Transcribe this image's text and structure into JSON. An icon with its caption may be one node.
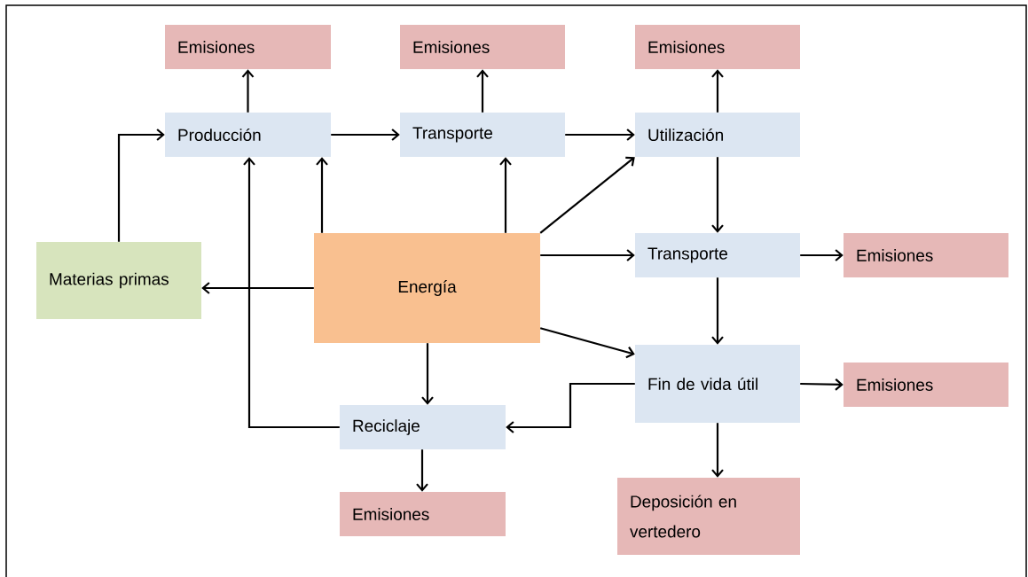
{
  "diagram": {
    "nodes": [
      {
        "text": [
          "Emisiones"
        ]
      },
      {
        "text": [
          "Emisiones"
        ]
      },
      {
        "text": [
          "Emisiones"
        ]
      },
      {
        "text": [
          "Producción"
        ]
      },
      {
        "text": [
          "Transporte"
        ]
      },
      {
        "text": [
          "Utilización"
        ]
      },
      {
        "text": [
          "Materias primas"
        ]
      },
      {
        "text": [
          "Energía"
        ]
      },
      {
        "text": [
          "Transporte"
        ]
      },
      {
        "text": [
          "Emisiones"
        ]
      },
      {
        "text": [
          "Fin de vida útil"
        ]
      },
      {
        "text": [
          "Emisiones"
        ]
      },
      {
        "text": [
          "Reciclaje"
        ]
      },
      {
        "text": [
          "Emisiones"
        ]
      },
      {
        "text": [
          "Deposición en vertedero"
        ]
      }
    ],
    "edges": [
      {
        "from": 3,
        "to": 0,
        "arrow": "to"
      },
      {
        "from": 4,
        "to": 1,
        "arrow": "to"
      },
      {
        "from": 5,
        "to": 2,
        "arrow": "to"
      },
      {
        "from": 6,
        "to": 3,
        "arrow": "to"
      },
      {
        "from": 3,
        "to": 4,
        "arrow": "to"
      },
      {
        "from": 4,
        "to": 5,
        "arrow": "to"
      },
      {
        "from": 7,
        "to": 3,
        "arrow": "to"
      },
      {
        "from": 7,
        "to": 4,
        "arrow": "to"
      },
      {
        "from": 7,
        "to": 5,
        "arrow": "to"
      },
      {
        "from": 7,
        "to": 8,
        "arrow": "to"
      },
      {
        "from": 7,
        "to": 6,
        "arrow": "to"
      },
      {
        "from": 7,
        "to": 10,
        "arrow": "to"
      },
      {
        "from": 7,
        "to": 12,
        "arrow": "to"
      },
      {
        "from": 5,
        "to": 8,
        "arrow": "to"
      },
      {
        "from": 8,
        "to": 9,
        "arrow": "to"
      },
      {
        "from": 8,
        "to": 10,
        "arrow": "to"
      },
      {
        "from": 10,
        "to": 11,
        "arrow": "to"
      },
      {
        "from": 10,
        "to": 12,
        "arrow": "to"
      },
      {
        "from": 10,
        "to": 14,
        "arrow": "to"
      },
      {
        "from": 12,
        "to": 13,
        "arrow": "to"
      },
      {
        "from": 12,
        "to": 3,
        "arrow": "to"
      }
    ]
  }
}
